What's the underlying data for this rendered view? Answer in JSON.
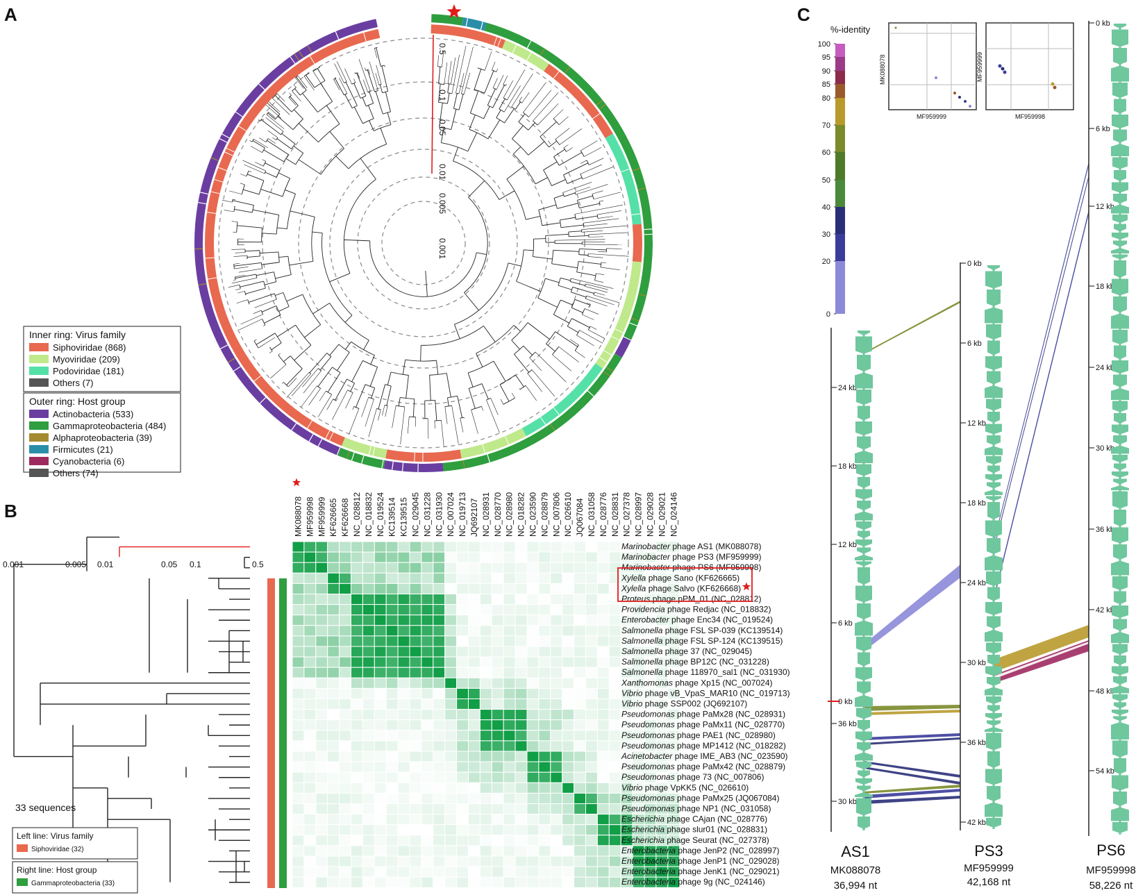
{
  "panels": {
    "a": "A",
    "b": "B",
    "c": "C"
  },
  "colors": {
    "siphoviridae": "#e8694f",
    "myoviridae": "#bfe98a",
    "podoviridae": "#55e0a8",
    "others_family": "#555555",
    "actinobacteria": "#6a3ea1",
    "gammaproteobacteria": "#2e9e3e",
    "alphaproteobacteria": "#a48a2f",
    "firmicutes": "#2b8ea8",
    "cyanobacteria": "#9e2a60",
    "others_host": "#555555",
    "gene": "#6fc79d",
    "star": "#e01b1b",
    "highlight": "#e01b1b"
  },
  "panel_a": {
    "scale_labels": [
      "0.5",
      "0.1",
      "0.05",
      "0.01",
      "0.005",
      "0.001"
    ],
    "legend_family": {
      "title": "Inner ring: Virus family",
      "items": [
        {
          "label": "Siphoviridae (868)",
          "color": "#e8694f"
        },
        {
          "label": "Myoviridae (209)",
          "color": "#bfe98a"
        },
        {
          "label": "Podoviridae (181)",
          "color": "#55e0a8"
        },
        {
          "label": "Others (7)",
          "color": "#555555"
        }
      ]
    },
    "legend_host": {
      "title": "Outer ring: Host group",
      "items": [
        {
          "label": "Actinobacteria (533)",
          "color": "#6a3ea1"
        },
        {
          "label": "Gammaproteobacteria (484)",
          "color": "#2e9e3e"
        },
        {
          "label": "Alphaproteobacteria (39)",
          "color": "#a48a2f"
        },
        {
          "label": "Firmicutes (21)",
          "color": "#2b8ea8"
        },
        {
          "label": "Cyanobacteria (6)",
          "color": "#9e2a60"
        },
        {
          "label": "Others (74)",
          "color": "#555555"
        }
      ]
    }
  },
  "panel_b": {
    "scale_labels": [
      "0.001",
      "0.005",
      "0.01",
      "0.05",
      "0.1",
      "0.5"
    ],
    "count_label": "33 sequences",
    "legend_left": {
      "title": "Left line: Virus family",
      "item": "Siphoviridae (32)"
    },
    "legend_right": {
      "title": "Right line: Host group",
      "item": "Gammaproteobacteria (33)"
    },
    "accessions": [
      "MK088078",
      "MF959998",
      "MF959999",
      "KF626665",
      "KF626668",
      "NC_028812",
      "NC_018832",
      "NC_019524",
      "KC139514",
      "KC139515",
      "NC_029045",
      "NC_031228",
      "NC_031930",
      "NC_007024",
      "NC_019713",
      "JQ692107",
      "NC_028931",
      "NC_028770",
      "NC_028980",
      "NC_018282",
      "NC_023590",
      "NC_028879",
      "NC_007806",
      "NC_026610",
      "JQ067084",
      "NC_031058",
      "NC_028776",
      "NC_028831",
      "NC_027378",
      "NC_028997",
      "NC_029028",
      "NC_029021",
      "NC_024146"
    ],
    "rows": [
      {
        "genus": "Marinobacter",
        "rest": " phage AS1 (MK088078)"
      },
      {
        "genus": "Marinobacter",
        "rest": " phage PS3 (MF959999)"
      },
      {
        "genus": "Marinobacter",
        "rest": " phage PS6 (MF959998)"
      },
      {
        "genus": "Xylella",
        "rest": " phage Sano (KF626665)"
      },
      {
        "genus": "Xylella",
        "rest": " phage Salvo (KF626668)"
      },
      {
        "genus": "Proteus",
        "rest": " phage pPM_01 (NC_028812)"
      },
      {
        "genus": "Providencia",
        "rest": " phage Redjac (NC_018832)"
      },
      {
        "genus": "Enterobacter",
        "rest": " phage Enc34 (NC_019524)"
      },
      {
        "genus": "Salmonella",
        "rest": " phage FSL SP-039 (KC139514)"
      },
      {
        "genus": "Salmonella",
        "rest": " phage FSL SP-124 (KC139515)"
      },
      {
        "genus": "Salmonella",
        "rest": " phage 37 (NC_029045)"
      },
      {
        "genus": "Salmonella",
        "rest": " phage BP12C (NC_031228)"
      },
      {
        "genus": "Salmonella",
        "rest": " phage 118970_sal1 (NC_031930)"
      },
      {
        "genus": "Xanthomonas",
        "rest": " phage Xp15 (NC_007024)"
      },
      {
        "genus": "Vibrio",
        "rest": " phage vB_VpaS_MAR10 (NC_019713)"
      },
      {
        "genus": "Vibrio",
        "rest": " phage SSP002 (JQ692107)"
      },
      {
        "genus": "Pseudomonas",
        "rest": " phage PaMx28 (NC_028931)"
      },
      {
        "genus": "Pseudomonas",
        "rest": " phage PaMx11 (NC_028770)"
      },
      {
        "genus": "Pseudomonas",
        "rest": " phage PAE1 (NC_028980)"
      },
      {
        "genus": "Pseudomonas",
        "rest": " phage MP1412 (NC_018282)"
      },
      {
        "genus": "Acinetobacter",
        "rest": " phage IME_AB3 (NC_023590)"
      },
      {
        "genus": "Pseudomonas",
        "rest": " phage PaMx42 (NC_028879)"
      },
      {
        "genus": "Pseudomonas",
        "rest": " phage 73 (NC_007806)"
      },
      {
        "genus": "Vibrio",
        "rest": " phage VpKK5 (NC_026610)"
      },
      {
        "genus": "Pseudomonas",
        "rest": " phage PaMx25 (JQ067084)"
      },
      {
        "genus": "Pseudomonas",
        "rest": " phage NP1 (NC_031058)"
      },
      {
        "genus": "Escherichia",
        "rest": " phage CAjan (NC_028776)"
      },
      {
        "genus": "Escherichia",
        "rest": " phage slur01 (NC_028831)"
      },
      {
        "genus": "Escherichia",
        "rest": " phage Seurat (NC_027378)"
      },
      {
        "genus": "Enterobacteria",
        "rest": " phage JenP2 (NC_028997)"
      },
      {
        "genus": "Enterobacteria",
        "rest": " phage JenP1 (NC_029028)"
      },
      {
        "genus": "Enterobacteria",
        "rest": " phage JenK1 (NC_029021)"
      },
      {
        "genus": "Enterobacteria",
        "rest": " phage 9g (NC_024146)"
      }
    ],
    "blocks": [
      [
        0,
        2,
        3
      ],
      [
        3,
        4,
        3
      ],
      [
        5,
        12,
        3
      ],
      [
        13,
        13,
        3
      ],
      [
        14,
        15,
        3
      ],
      [
        16,
        19,
        3
      ],
      [
        20,
        22,
        3
      ],
      [
        23,
        23,
        3
      ],
      [
        24,
        25,
        3
      ],
      [
        26,
        28,
        3
      ],
      [
        29,
        32,
        3
      ]
    ]
  },
  "panel_c": {
    "identity_title": "%-identity",
    "identity_ticks": [
      "100",
      "95",
      "90",
      "85",
      "80",
      "70",
      "60",
      "50",
      "40",
      "30",
      "20",
      "0"
    ],
    "identity_colors": [
      "#c65cc0",
      "#9a3b88",
      "#8d2b4a",
      "#9a5a2a",
      "#b89a2c",
      "#7b8a2a",
      "#4f7a2a",
      "#4b8a3a",
      "#2a2f78",
      "#3a3c9a",
      "#8c8ad8",
      "#d0d0ee"
    ],
    "dotplots": [
      {
        "ylabel": "MK088078",
        "xlabel": "MF959999"
      },
      {
        "ylabel": "MF959999",
        "xlabel": "MF959998"
      }
    ],
    "as1": {
      "name": "AS1",
      "acc": "MK088078",
      "len": "36,994 nt",
      "ticks": [
        "24 kb",
        "18 kb",
        "12 kb",
        "6 kb",
        "0 kb",
        "36 kb",
        "30 kb"
      ]
    },
    "ps3": {
      "name": "PS3",
      "acc": "MF959999",
      "len": "42,168 nt",
      "ticks": [
        "0 kb",
        "6 kb",
        "12 kb",
        "18 kb",
        "24 kb",
        "30 kb",
        "36 kb",
        "42 kb"
      ]
    },
    "ps6": {
      "name": "PS6",
      "acc": "MF959998",
      "len": "58,226 nt",
      "ticks": [
        "0 kb",
        "6 kb",
        "12 kb",
        "18 kb",
        "24 kb",
        "30 kb",
        "36 kb",
        "42 kb",
        "48 kb",
        "54 kb"
      ]
    }
  }
}
